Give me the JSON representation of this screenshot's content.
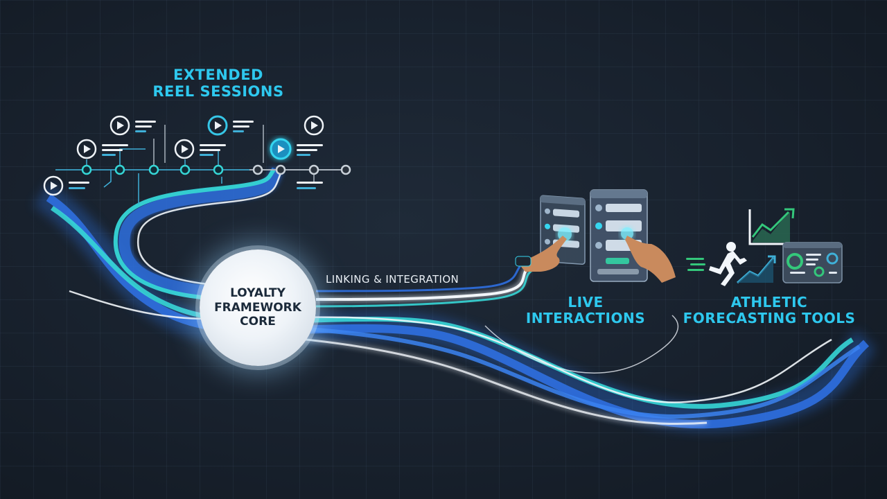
{
  "sections": {
    "reel": {
      "title_line1": "EXTENDED",
      "title_line2": "REEL SESSIONS"
    },
    "core": {
      "line1": "LOYALTY",
      "line2": "FRAMEWORK",
      "line3": "CORE"
    },
    "link": {
      "label": "LINKING & INTEGRATION"
    },
    "live": {
      "title_line1": "LIVE",
      "title_line2": "INTERACTIONS"
    },
    "athletic": {
      "title_line1": "ATHLETIC",
      "title_line2": "FORECASTING TOOLS"
    }
  },
  "icons": {
    "reel_items": "play-icon",
    "live": "touch-tablet-icon",
    "athletic_runner": "runner-icon",
    "athletic_chart": "trend-chart-icon",
    "athletic_dashboard": "dashboard-icon"
  },
  "colors": {
    "accent": "#2ec8ee",
    "background": "#18212d",
    "stream_blue": "#2f6fe0",
    "stream_teal": "#36d6d6",
    "stream_white": "#f2f6fa",
    "chart_green": "#34c77b"
  }
}
